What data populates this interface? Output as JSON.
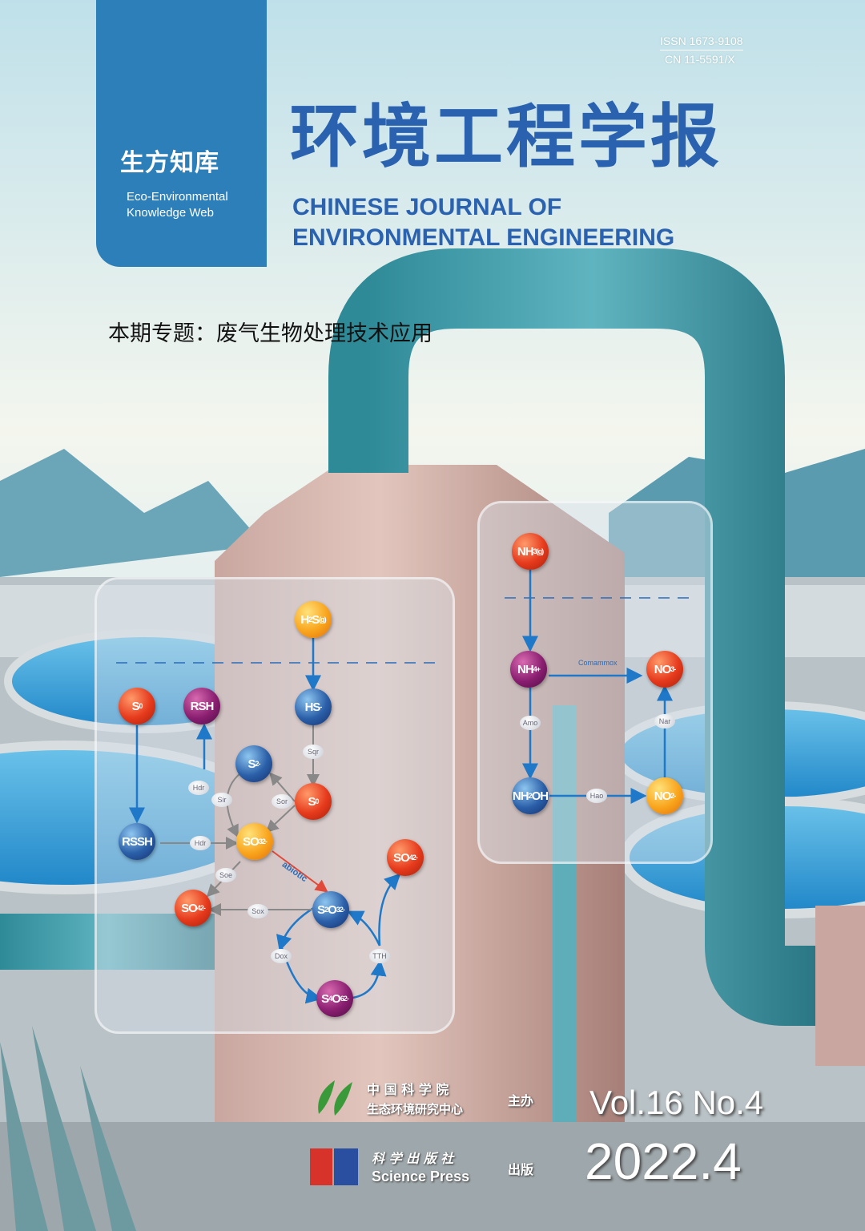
{
  "logo": {
    "name_cn": "生方知库",
    "name_en_line1": "Eco-Environmental",
    "name_en_line2": "Knowledge Web"
  },
  "issn": "ISSN  1673-9108",
  "cn": "CN  11-5591/X",
  "title_cn": "环境工程学报",
  "title_en_line1": "CHINESE JOURNAL OF",
  "title_en_line2": "ENVIRONMENTAL ENGINEERING",
  "topic": "本期专题：废气生物处理技术应用",
  "sulfur_nodes": [
    {
      "id": "h2s",
      "color": "orange",
      "parts": [
        [
          "H",
          ""
        ],
        [
          "2",
          "sub"
        ],
        [
          "S",
          ""
        ],
        [
          "(g)",
          "sub"
        ]
      ]
    },
    {
      "id": "hs",
      "color": "blue",
      "parts": [
        [
          "HS",
          ""
        ],
        [
          "-",
          "sup"
        ]
      ]
    },
    {
      "id": "s0a",
      "color": "red",
      "parts": [
        [
          "S",
          ""
        ],
        [
          "0",
          "sup"
        ]
      ]
    },
    {
      "id": "s2",
      "color": "blue",
      "parts": [
        [
          "S",
          ""
        ],
        [
          "2-",
          "sup"
        ]
      ]
    },
    {
      "id": "s0b",
      "color": "red",
      "parts": [
        [
          "S",
          ""
        ],
        [
          "0",
          "sup"
        ]
      ]
    },
    {
      "id": "rsh",
      "color": "purple",
      "parts": [
        [
          "RSH",
          ""
        ]
      ]
    },
    {
      "id": "rssh",
      "color": "blue",
      "parts": [
        [
          "RSSH",
          ""
        ]
      ]
    },
    {
      "id": "so3",
      "color": "orange",
      "parts": [
        [
          "SO",
          ""
        ],
        [
          "3",
          "sub"
        ],
        [
          "2-",
          "sup"
        ]
      ]
    },
    {
      "id": "so4a",
      "color": "red",
      "parts": [
        [
          "SO",
          ""
        ],
        [
          "4",
          "sub"
        ],
        [
          "2-",
          "sup"
        ]
      ]
    },
    {
      "id": "so4b",
      "color": "red",
      "parts": [
        [
          "SO",
          ""
        ],
        [
          "4",
          "sub"
        ],
        [
          "2-",
          "sup"
        ]
      ]
    },
    {
      "id": "s2o3",
      "color": "blue",
      "parts": [
        [
          "S",
          ""
        ],
        [
          "2",
          "sub"
        ],
        [
          "O",
          ""
        ],
        [
          "3",
          "sub"
        ],
        [
          "2-",
          "sup"
        ]
      ]
    },
    {
      "id": "s4o6",
      "color": "purple",
      "parts": [
        [
          "S",
          ""
        ],
        [
          "4",
          "sub"
        ],
        [
          "O",
          ""
        ],
        [
          "6",
          "sub"
        ],
        [
          "2-",
          "sup"
        ]
      ]
    }
  ],
  "nitrogen_nodes": [
    {
      "id": "nh3",
      "color": "red",
      "parts": [
        [
          "NH",
          ""
        ],
        [
          "3(g)",
          "sub"
        ]
      ]
    },
    {
      "id": "nh4",
      "color": "purple",
      "parts": [
        [
          "NH",
          ""
        ],
        [
          "4",
          "sub"
        ],
        [
          "+",
          "sup"
        ]
      ]
    },
    {
      "id": "no3",
      "color": "red",
      "parts": [
        [
          "NO",
          ""
        ],
        [
          "3",
          "sub"
        ],
        [
          "-",
          "sup"
        ]
      ]
    },
    {
      "id": "nh2oh",
      "color": "blue",
      "parts": [
        [
          "NH",
          ""
        ],
        [
          "2",
          "sub"
        ],
        [
          "OH",
          ""
        ]
      ]
    },
    {
      "id": "no2",
      "color": "orange",
      "parts": [
        [
          "NO",
          ""
        ],
        [
          "2",
          "sub"
        ],
        [
          "-",
          "sup"
        ]
      ]
    }
  ],
  "enzymes": [
    {
      "id": "sqr",
      "label": "Sqr"
    },
    {
      "id": "sor",
      "label": "Sor"
    },
    {
      "id": "sir",
      "label": "Sir"
    },
    {
      "id": "hdr1",
      "label": "Hdr"
    },
    {
      "id": "hdr2",
      "label": "Hdr"
    },
    {
      "id": "soe",
      "label": "Soe"
    },
    {
      "id": "sox",
      "label": "Sox"
    },
    {
      "id": "dox",
      "label": "Dox"
    },
    {
      "id": "tth",
      "label": "TTH"
    },
    {
      "id": "amo",
      "label": "Amo"
    },
    {
      "id": "nar",
      "label": "Nar"
    },
    {
      "id": "hao",
      "label": "Hao"
    }
  ],
  "labels": {
    "abiotic": "abiotic",
    "comammox": "Comammox"
  },
  "sponsor": {
    "org_line1": "中 国 科 学 院",
    "org_line2": "生态环境研究中心",
    "role1": "主办",
    "publisher_cn": "科 学 出 版 社",
    "publisher_en": "Science Press",
    "role2": "出版"
  },
  "volume": "Vol.16 No.4",
  "date": "2022.4"
}
